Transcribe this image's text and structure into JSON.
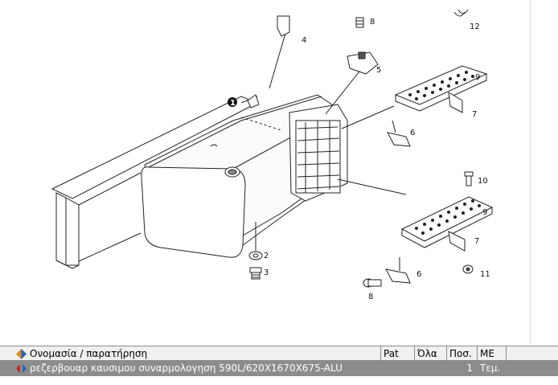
{
  "drawing": {
    "callouts": {
      "c1": "1",
      "c2": "2",
      "c3": "3",
      "c4": "4",
      "c5": "5",
      "c6a": "6",
      "c6b": "6",
      "c7a": "7",
      "c7b": "7",
      "c8a": "8",
      "c8b": "8",
      "c9a": "9",
      "c9b": "9",
      "c10": "10",
      "c11": "11",
      "c12": "12"
    }
  },
  "grid": {
    "columns": {
      "name": "Ονομασία / παρατήρηση",
      "pat": "Pat",
      "ola": "Όλα",
      "pos": "Ποσ.",
      "me": "ΜΕ"
    },
    "rows": [
      {
        "name": "ρεζερβουαρ καυσιμου συναρμολογηση 590L/620X1670X675-ALU",
        "pat": "",
        "ola": "",
        "pos": "1",
        "me": "Τεμ."
      }
    ]
  },
  "colors": {
    "selected_row": "#8c8c8c",
    "header_bg": "#f0f0f0",
    "icon_orange": "#e08a1e",
    "icon_blue": "#2a63b8",
    "icon_red": "#c8281e"
  }
}
